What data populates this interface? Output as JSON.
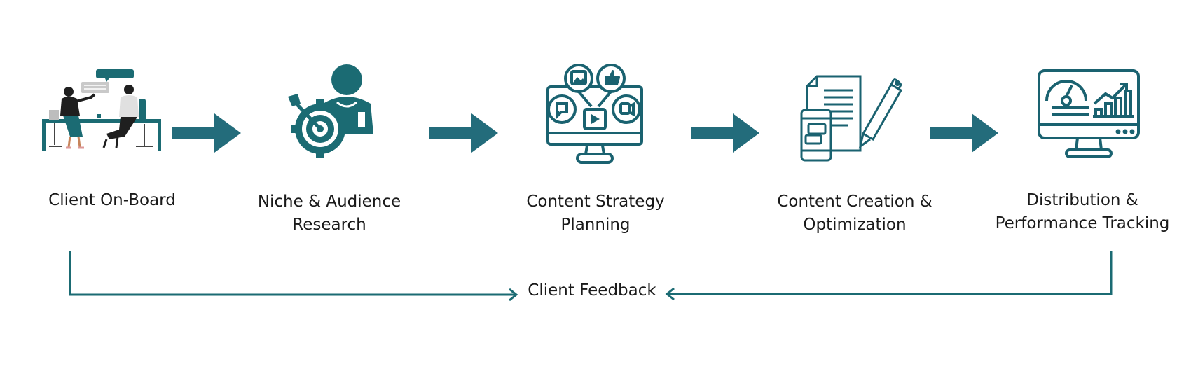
{
  "colors": {
    "teal": "#1b6b73",
    "teal_dark": "#1a6270",
    "arrow": "#236c7b",
    "text": "#1a1a1a"
  },
  "steps": [
    {
      "label_lines": [
        "Client On-Board"
      ],
      "icon": "meeting-people-icon"
    },
    {
      "label_lines": [
        "Niche & Audience",
        "Research"
      ],
      "icon": "target-audience-icon"
    },
    {
      "label_lines": [
        "Content Strategy",
        "Planning"
      ],
      "icon": "social-media-monitor-icon"
    },
    {
      "label_lines": [
        "Content Creation &",
        "Optimization"
      ],
      "icon": "document-pen-phone-icon"
    },
    {
      "label_lines": [
        "Distribution &",
        "Performance Tracking"
      ],
      "icon": "analytics-dashboard-icon"
    }
  ],
  "flow_arrows": 4,
  "feedback": {
    "label": "Client Feedback"
  }
}
